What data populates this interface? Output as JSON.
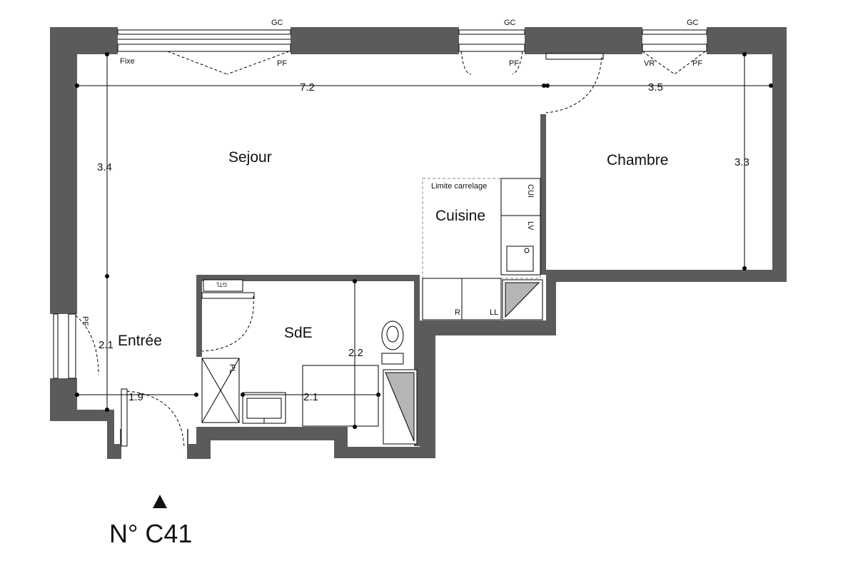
{
  "rooms": {
    "sejour": "Sejour",
    "chambre": "Chambre",
    "cuisine": "Cuisine",
    "sde": "SdE",
    "entree": "Entrée"
  },
  "labels": {
    "limite_carrelage": "Limite carrelage",
    "fixe": "Fixe",
    "gc_1": "GC",
    "gc_2": "GC",
    "gc_3": "GC",
    "pf_1": "PF",
    "pf_2": "PF",
    "pf_3": "PF",
    "pf_entree": "PF",
    "vr": "VR",
    "cui": "CUI",
    "lv": "LV",
    "r": "R",
    "ll": "LL",
    "gtl": "GTL",
    "pl": "PL"
  },
  "dimensions": {
    "sejour_width": "7.2",
    "chambre_width": "3.5",
    "sejour_height": "3.4",
    "chambre_height": "3.3",
    "entree_height": "2.1",
    "entree_width": "1.9",
    "sde_height": "2.2",
    "sde_width": "2.1"
  },
  "unit_number": "N° C41",
  "north_arrow": "north-arrow-icon"
}
